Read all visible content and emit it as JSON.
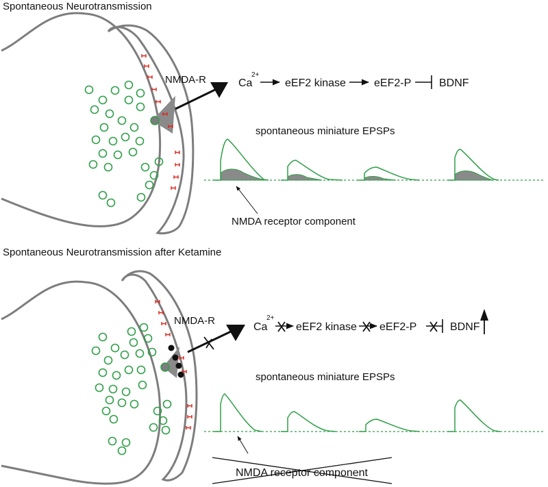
{
  "colors": {
    "membrane": "#7d7d7d",
    "vesicle": "#2e9e47",
    "trace": "#2e9e47",
    "nmda_fill": "#8a8a8a",
    "receptor_marker": "#e0261d",
    "ketamine": "#111111"
  },
  "panels": [
    {
      "title": "Spontaneous Neurotransmission",
      "receptor_label": "NMDA-R",
      "pathway": {
        "ca": "Ca",
        "ca_charge": "2+",
        "kinase": "eEF2 kinase",
        "phospho": "eEF2-P",
        "bdnf": "BDNF",
        "blocked": false
      },
      "trace_label": "spontaneous miniature EPSPs",
      "component_label": "NMDA receptor component",
      "nmda_component_present": true
    },
    {
      "title": "Spontaneous Neurotransmission after Ketamine",
      "receptor_label": "NMDA-R",
      "pathway": {
        "ca": "Ca",
        "ca_charge": "2+",
        "kinase": "eEF2 kinase",
        "phospho": "eEF2-P",
        "bdnf": "BDNF",
        "blocked": true
      },
      "trace_label": "spontaneous miniature EPSPs",
      "component_label": "NMDA receptor component",
      "nmda_component_present": false
    }
  ]
}
